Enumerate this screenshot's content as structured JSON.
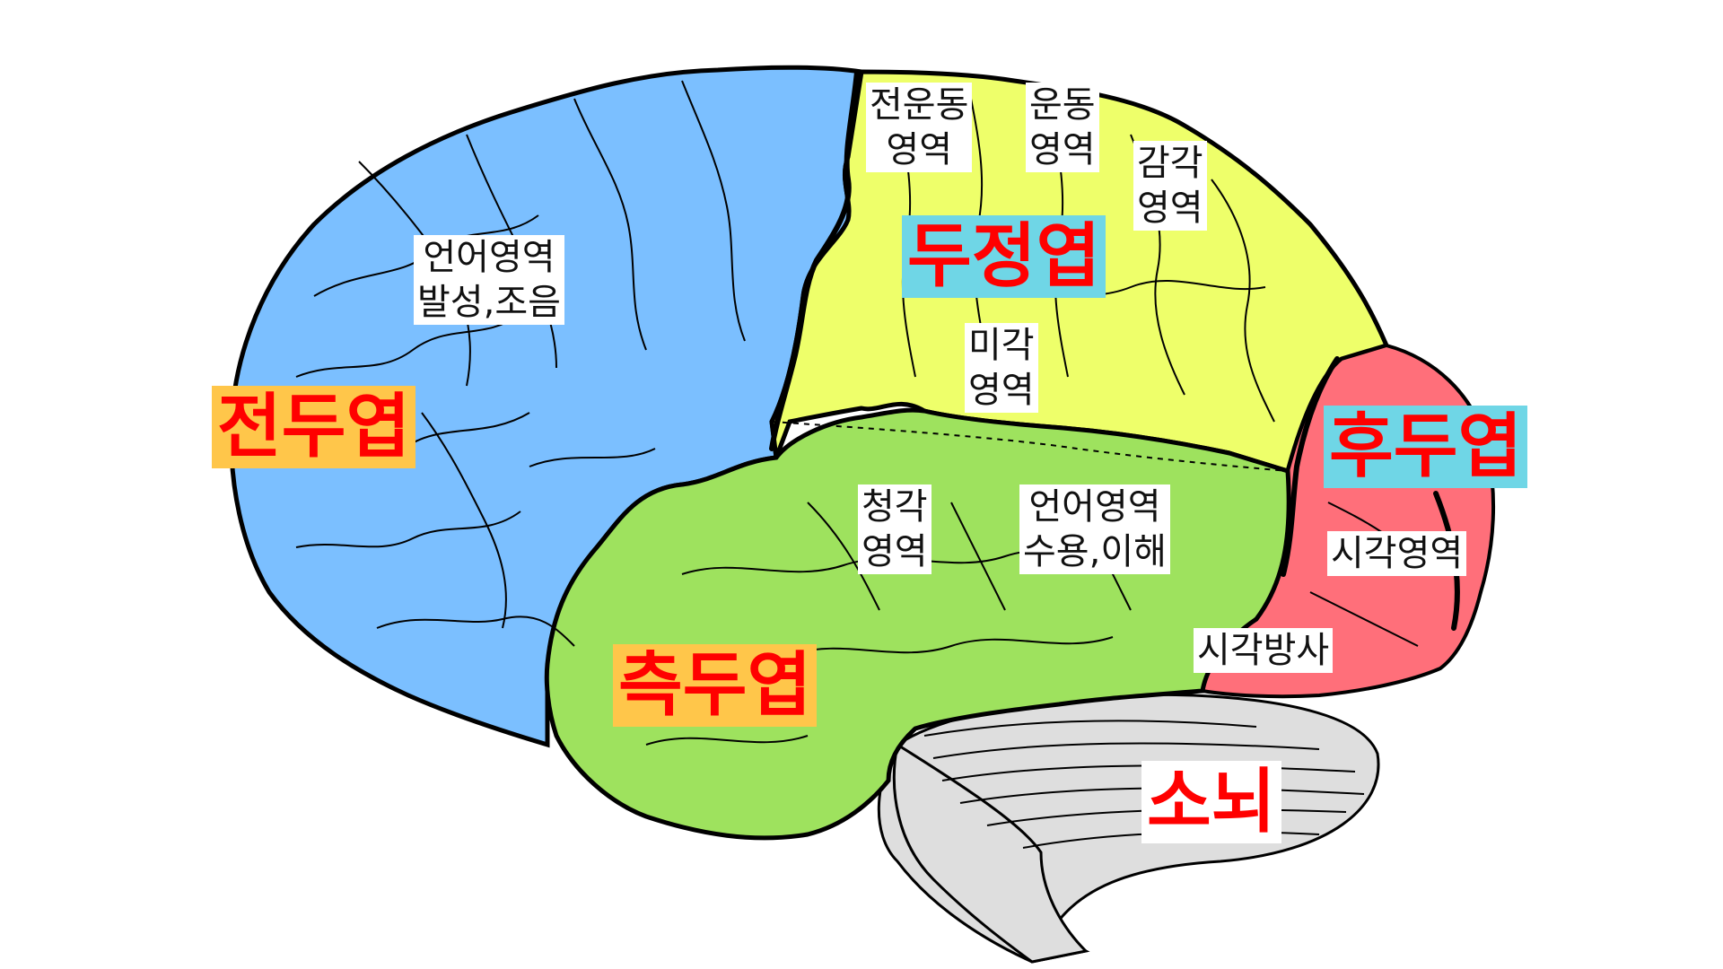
{
  "colors": {
    "frontal": "#7bbfff",
    "parietal": "#eeff6a",
    "temporal": "#9ee25e",
    "occipital": "#ff6f7a",
    "cerebellum": "#dedede",
    "outline": "#000000",
    "lobe_text": "#ff0000",
    "badge_orange": "#ffc64a",
    "badge_cyan": "#6fd6e6"
  },
  "lobes": {
    "frontal": "전두엽",
    "parietal": "두정엽",
    "temporal": "측두엽",
    "occipital": "후두엽",
    "cerebellum": "소뇌"
  },
  "areas": {
    "premotor": [
      "전운동",
      "영역"
    ],
    "motor": [
      "운동",
      "영역"
    ],
    "sensory": [
      "감각",
      "영역"
    ],
    "speech_production": [
      "언어영역",
      "발성,조음"
    ],
    "taste": [
      "미각",
      "영역"
    ],
    "auditory": [
      "청각",
      "영역"
    ],
    "speech_comprehension": [
      "언어영역",
      "수용,이해"
    ],
    "visual": [
      "시각영역"
    ],
    "optic_radiation": [
      "시각방사"
    ]
  }
}
